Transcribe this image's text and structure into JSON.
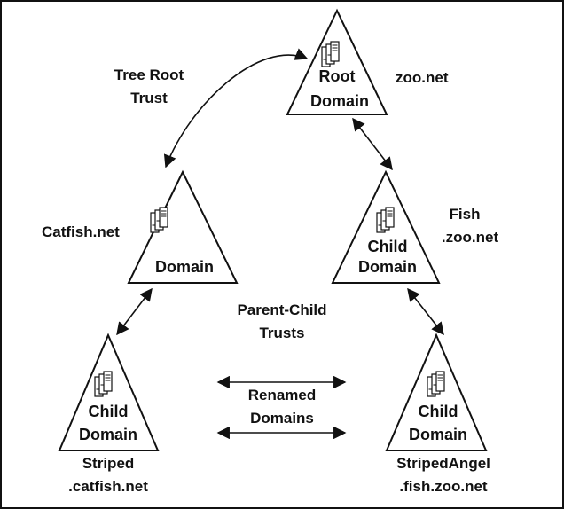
{
  "nodes": {
    "root": {
      "line1": "Root",
      "line2": "Domain",
      "name": "zoo.net"
    },
    "catfish": {
      "line1": "Domain",
      "name": "Catfish.net"
    },
    "fish": {
      "line1": "Child",
      "line2": "Domain",
      "name_line1": "Fish",
      "name_line2": ".zoo.net"
    },
    "striped": {
      "line1": "Child",
      "line2": "Domain",
      "name_line1": "Striped",
      "name_line2": ".catfish.net"
    },
    "stripedangel": {
      "line1": "Child",
      "line2": "Domain",
      "name_line1": "StripedAngel",
      "name_line2": ".fish.zoo.net"
    }
  },
  "labels": {
    "tree_root_trust_line1": "Tree Root",
    "tree_root_trust_line2": "Trust",
    "parent_child_line1": "Parent-Child",
    "parent_child_line2": "Trusts",
    "renamed_line1": "Renamed",
    "renamed_line2": "Domains"
  },
  "icons": {
    "server": "server-icon"
  },
  "colors": {
    "stroke": "#111111",
    "background": "#ffffff"
  }
}
